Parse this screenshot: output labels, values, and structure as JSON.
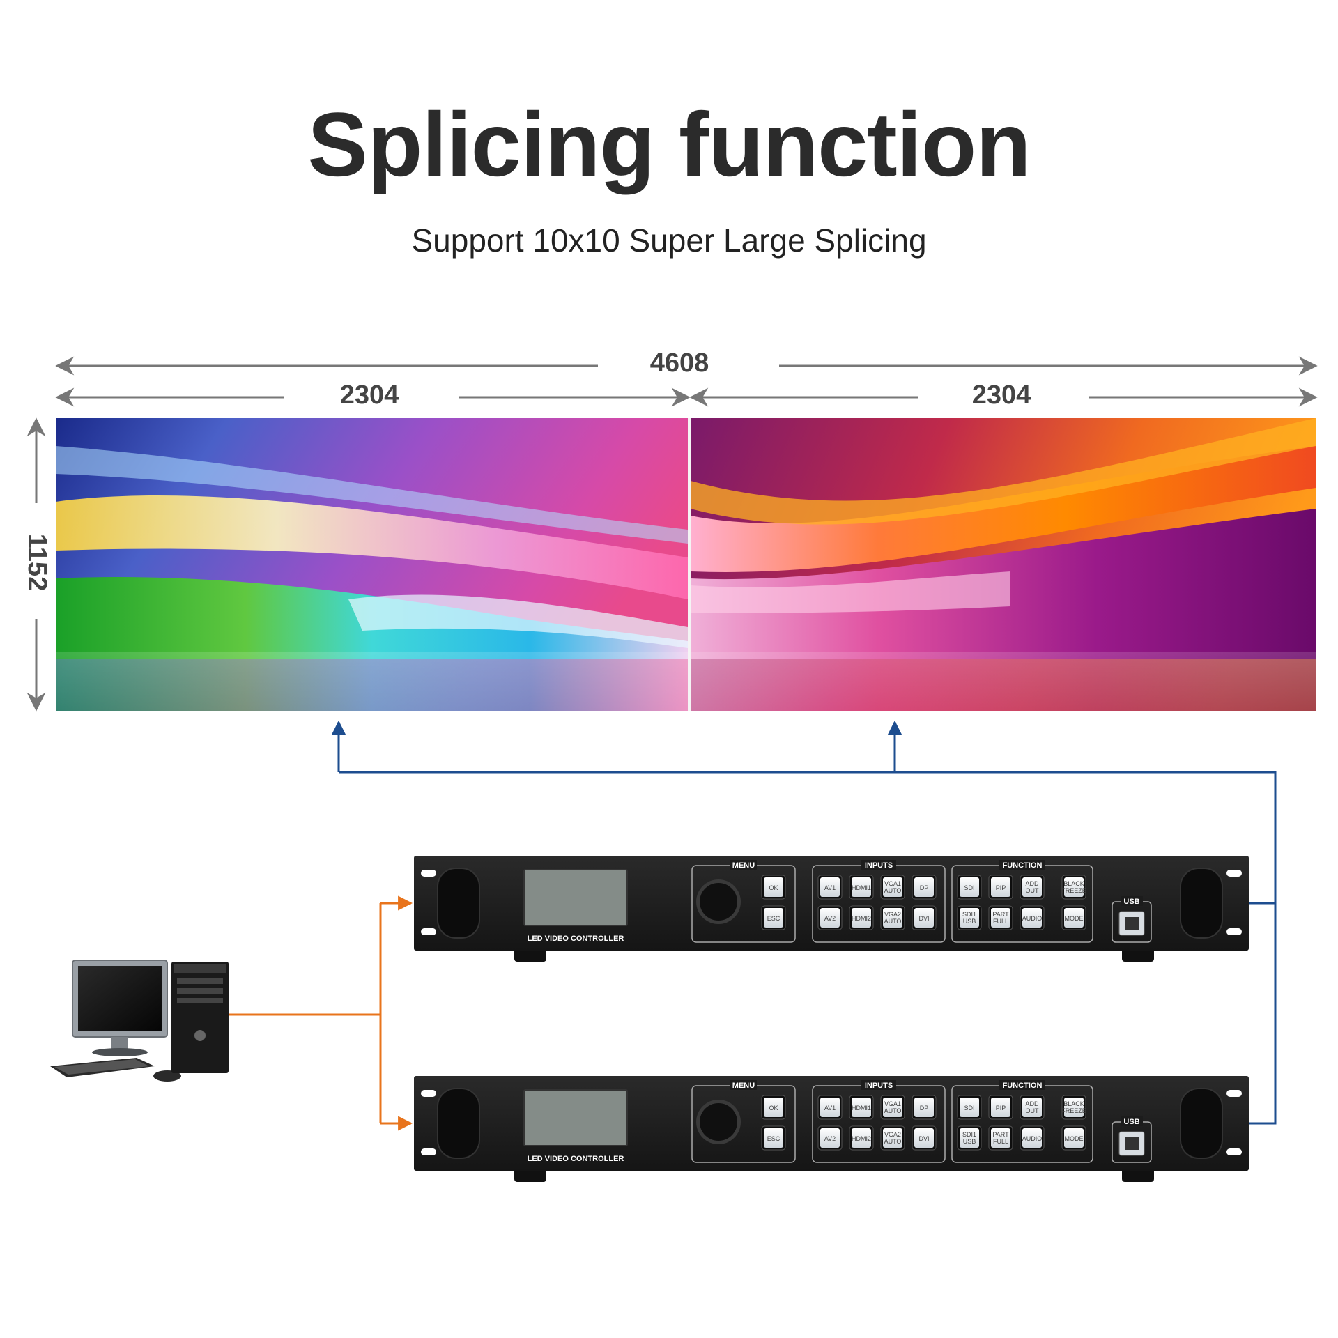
{
  "title": "Splicing function",
  "subtitle": "Support 10x10 Super Large Splicing",
  "dimensions": {
    "total_width": "4608",
    "left_width": "2304",
    "right_width": "2304",
    "height": "1152"
  },
  "controller": {
    "menu_label": "MENU",
    "inputs_label": "INPUTS",
    "function_label": "FUNCTION",
    "usb_label": "USB",
    "device_label": "LED VIDEO CONTROLLER",
    "menu_buttons": [
      "OK",
      "ESC"
    ],
    "input_buttons": [
      "AV1",
      "HDMI1",
      "VGA1 AUTO",
      "DP",
      "AV2",
      "HDMI2",
      "VGA2 AUTO",
      "DVI"
    ],
    "function_buttons": [
      "SDI",
      "PIP",
      "ADD OUT",
      "BLACK FREEZE",
      "SDI1 USB",
      "PART FULL",
      "AUDIO",
      "MODE"
    ]
  },
  "colors": {
    "title": "#2b2b2b",
    "signal_orange": "#e8741c",
    "signal_blue": "#1d4d8f",
    "dimension_gray": "#777777",
    "device_body": "#1c1c1c"
  },
  "icons": [
    "computer-icon",
    "led-video-controller-icon"
  ]
}
